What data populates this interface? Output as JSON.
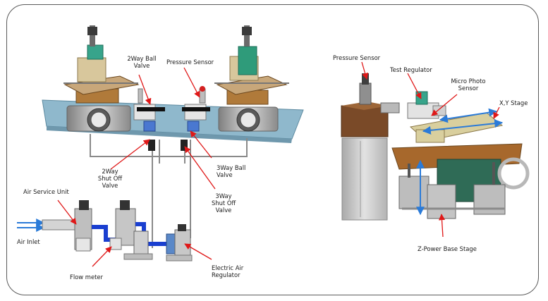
{
  "diagram": {
    "labels": {
      "ball_valve_2way": [
        "2Way Ball",
        "Valve"
      ],
      "pressure_sensor_left": "Pressure Sensor",
      "ball_valve_3way": [
        "3Way Ball",
        "Valve"
      ],
      "shutoff_2way": [
        "2Way",
        "Shut Off",
        "Valve"
      ],
      "shutoff_3way": [
        "3Way",
        "Shut Off",
        "Valve"
      ],
      "air_service_unit": "Air Service Unit",
      "air_inlet": "Air Inlet",
      "flow_meter": "Flow meter",
      "electric_air_regulator": [
        "Electric Air",
        "Regulator"
      ],
      "pressure_sensor_right": "Pressure Sensor",
      "test_regulator": "Test Regulator",
      "micro_photo_sensor": [
        "Micro Photo",
        "Sensor"
      ],
      "xy_stage": "X,Y Stage",
      "z_power_base_stage": "Z-Power Base Stage"
    },
    "colors": {
      "frame": "#5a5a5a",
      "table_top": "#8fb8cc",
      "arrow_red": "#e01818",
      "pipe_blue": "#1a3fd0",
      "wood": "#b07a3a",
      "column_grey": "#c7c7c7",
      "machine_grey": "#9a9a9a",
      "sensor_teal": "#35a58a",
      "motor_green": "#2f6b56",
      "handwheel_blue": "#2b7bd8"
    }
  }
}
